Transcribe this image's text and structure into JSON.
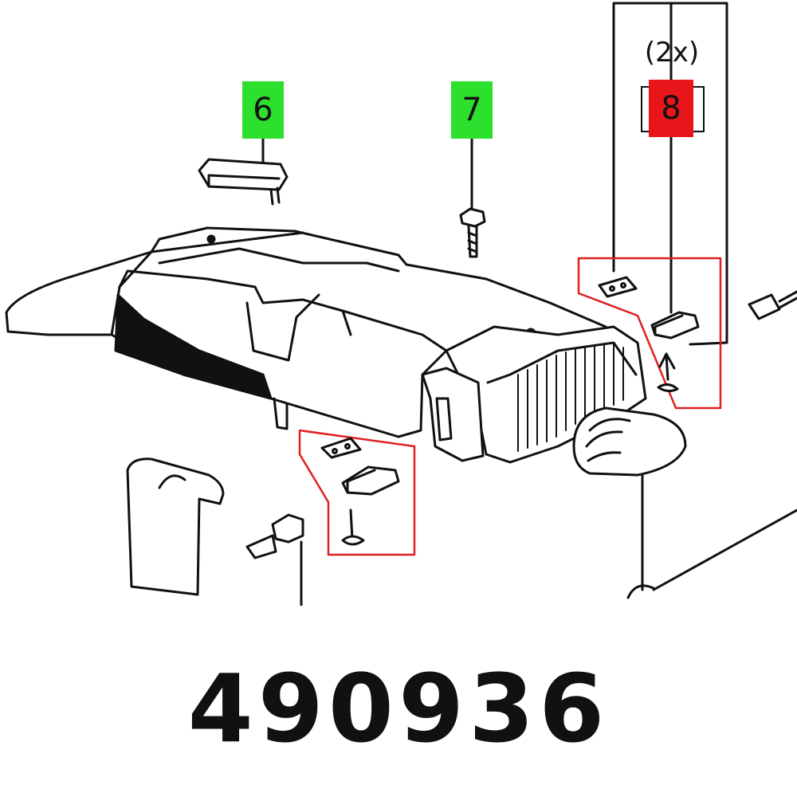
{
  "callouts": [
    {
      "label": "6",
      "color": "#2ee02e"
    },
    {
      "label": "7",
      "color": "#2ee02e"
    },
    {
      "label": "8",
      "color": "#e8161b"
    }
  ],
  "quantity_note": "(2x)",
  "part_number": "490936",
  "colors": {
    "highlight_box": "#e02020",
    "line": "#111111"
  }
}
